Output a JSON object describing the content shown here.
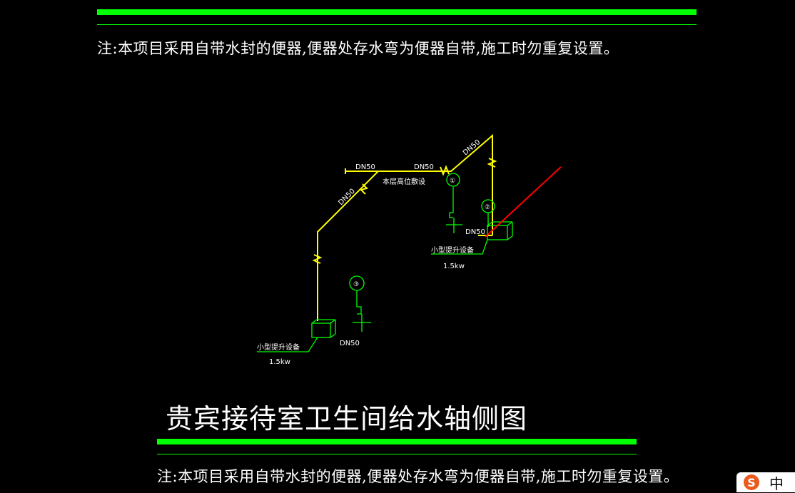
{
  "top_note": "注:本项目采用自带水封的便器,便器处存水弯为便器自带,施工时勿重复设置。",
  "bottom_note": "注:本项目采用自带水封的便器,便器处存水弯为便器自带,施工时勿重复设置。",
  "drawing_title": "贵宾接待室卫生间给水轴侧图",
  "labels": {
    "pipe_dn50_diag_left": "DN50",
    "pipe_dn50_top_left": "DN50",
    "pipe_dn50_top_right": "DN50",
    "pipe_dn50_diag_right": "DN50",
    "pipe_dn50_right_box": "DN50",
    "pipe_dn50_left_box": "DN50",
    "floor_note": "本层高位敷设",
    "pump_right_name": "小型提升设备",
    "pump_right_power": "1.5kw",
    "pump_left_name": "小型提升设备",
    "pump_left_power": "1.5kw",
    "marker_a": "①",
    "marker_b": "②",
    "marker_c": "③"
  },
  "colors": {
    "background": "#000000",
    "pipe": "#ffff00",
    "annotation": "#00ff00",
    "highlight": "#ff0000",
    "text": "#ffffff"
  },
  "ime": {
    "logo": "S",
    "lang": "中"
  }
}
